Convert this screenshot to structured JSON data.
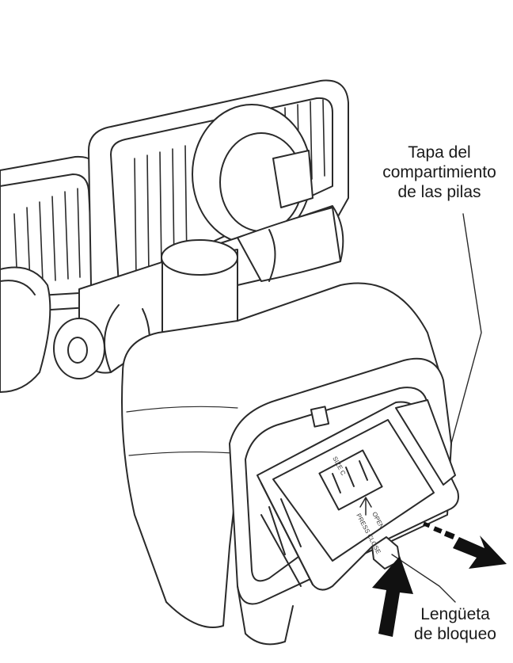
{
  "labels": {
    "battery_cover": [
      "Tapa del",
      "compartimiento",
      "de las pilas"
    ],
    "locking_tab": [
      "Lengüeta",
      "de bloqueo"
    ]
  },
  "cover_markings": {
    "size": "SIZE C",
    "open": "OPEN",
    "press_close": "PRESS CLOSE"
  },
  "colors": {
    "line": "#2a2a2a",
    "fill": "#ffffff",
    "arrow": "#111111"
  }
}
